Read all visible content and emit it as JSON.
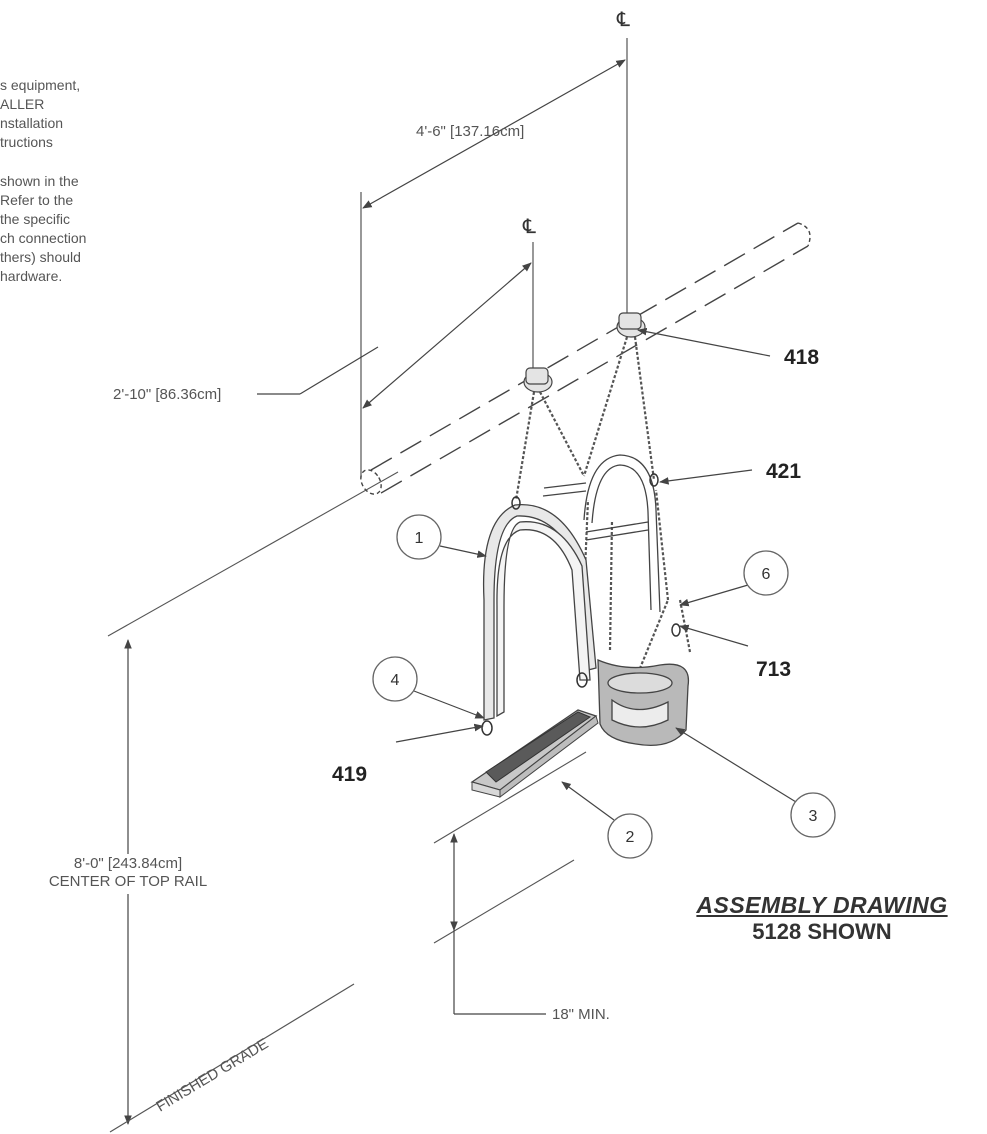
{
  "notes": {
    "paragraph_1": [
      "s equipment,",
      "ALLER",
      "nstallation",
      "tructions"
    ],
    "paragraph_2": [
      "shown  in  the",
      "Refer  to  the",
      "the  specific",
      "ch connection",
      "thers) should",
      "hardware."
    ]
  },
  "centerline_symbol": "℄",
  "dimensions": {
    "outer_centerline": "4'-6\" [137.16cm]",
    "inner_centerline": "2'-10\" [86.36cm]",
    "height_value": "8'-0\" [243.84cm]",
    "height_note": "CENTER OF TOP RAIL",
    "clearance": "18\" MIN.",
    "grade_label": "FINISHED GRADE"
  },
  "part_labels": {
    "p418": "418",
    "p421": "421",
    "p713": "713",
    "p419": "419"
  },
  "callouts": {
    "c1": "1",
    "c2": "2",
    "c3": "3",
    "c4": "4",
    "c6": "6"
  },
  "title": {
    "main": "ASSEMBLY DRAWING",
    "sub": "5128 SHOWN"
  }
}
